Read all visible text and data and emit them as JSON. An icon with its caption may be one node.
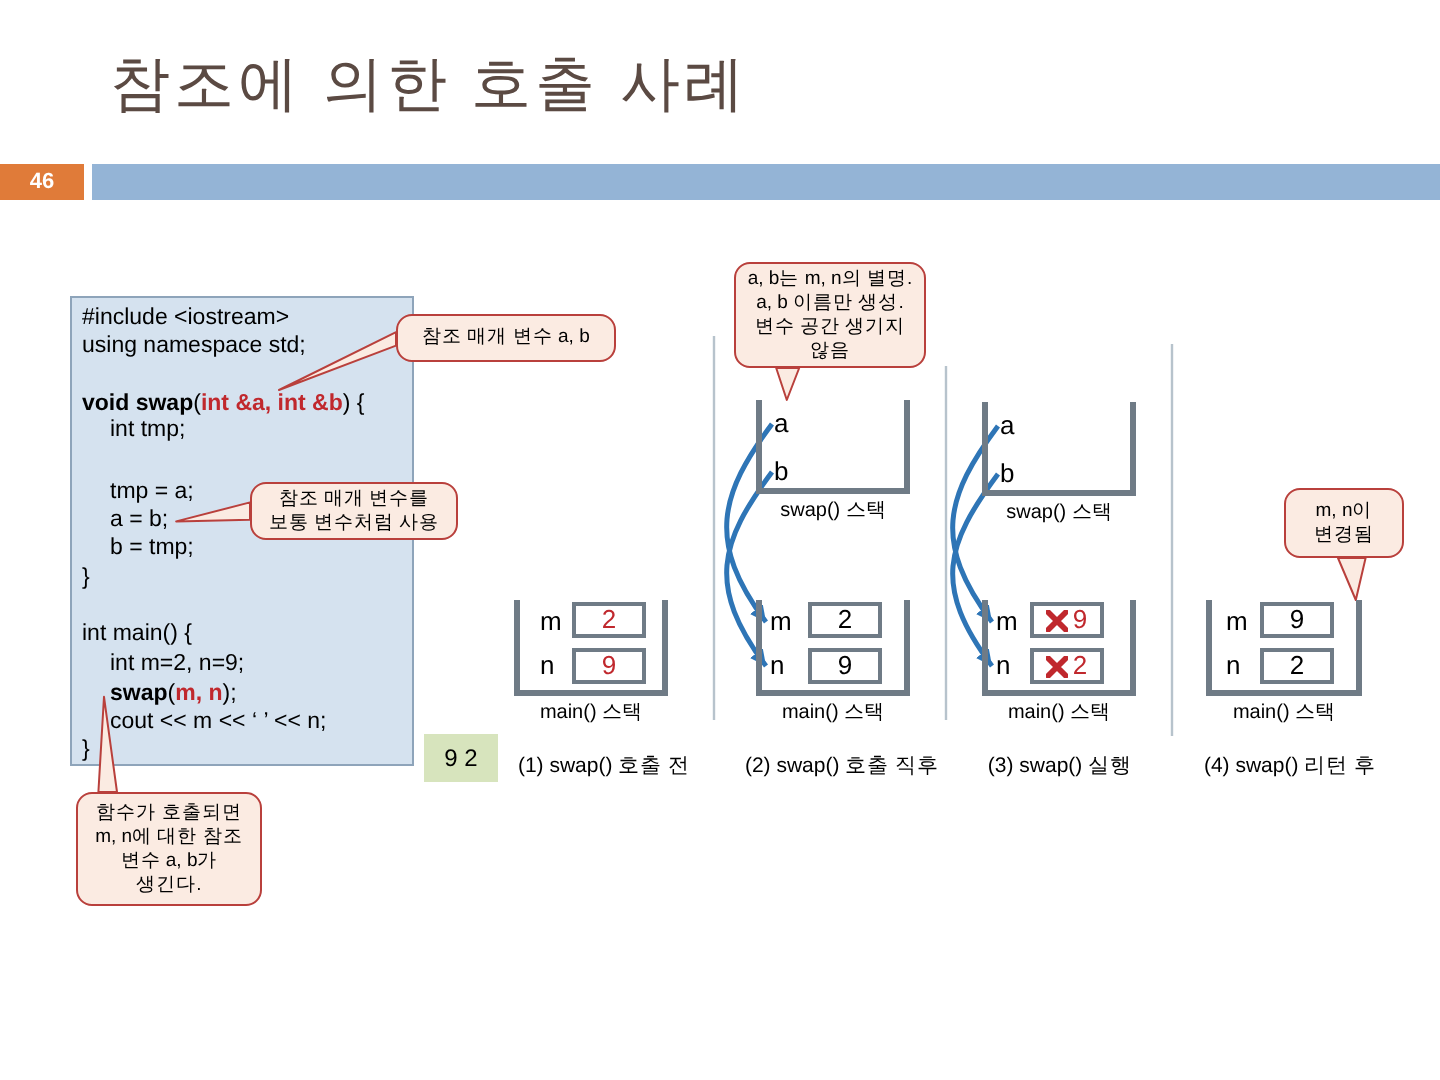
{
  "diagram": {
    "title": "참조에 의한 호출 사례",
    "nodes": [
      {
        "text": [
          "#include <iostream>",
          "using namespace std;",
          "**void swap**(**int &a, int &b**) {",
          "int tmp;",
          "tmp = a;",
          "a = b;",
          "b = tmp;",
          "}",
          "int main() {",
          "int m=2, n=9;",
          "**swap**(**m, n**);",
          "cout << m << ‘ ’ << n;",
          "}"
        ]
      },
      {
        "text": [
          "참조 매개 변수 a, b"
        ]
      },
      {
        "text": [
          "참조 매개 변수를 보통 변수처럼 사용"
        ]
      },
      {
        "text": [
          "함수가 호출되면 m, n에 대한 참조 변수 a, b가 생긴다."
        ]
      },
      {
        "text": [
          "9 2"
        ]
      },
      {
        "text": [
          "a, b는 m, n의 별명. a, b 이름만 생성. 변수 공간 생기지 않음"
        ]
      },
      {
        "text": [
          "main() 스택"
        ]
      },
      {
        "text": [
          "m"
        ],
        "in": 6
      },
      {
        "text": [
          "2"
        ],
        "in": 6
      },
      {
        "text": [
          "n"
        ],
        "in": 6
      },
      {
        "text": [
          "9"
        ],
        "in": 6
      },
      {
        "text": [
          "swap() 스택"
        ]
      },
      {
        "text": [
          "a"
        ],
        "in": 11
      },
      {
        "text": [
          "b"
        ],
        "in": 11
      },
      {
        "text": [
          "main() 스택"
        ]
      },
      {
        "text": [
          "m"
        ],
        "in": 14
      },
      {
        "text": [
          "2"
        ],
        "in": 14
      },
      {
        "text": [
          "n"
        ],
        "in": 14
      },
      {
        "text": [
          "9"
        ],
        "in": 14
      },
      {
        "text": [
          "swap() 스택"
        ]
      },
      {
        "text": [
          "a"
        ],
        "in": 19
      },
      {
        "text": [
          "b"
        ],
        "in": 19
      },
      {
        "text": [
          "main() 스택"
        ]
      },
      {
        "text": [
          "m"
        ],
        "in": 22
      },
      {
        "text": [
          "9"
        ],
        "in": 22
      },
      {
        "text": [
          "n"
        ],
        "in": 22
      },
      {
        "text": [
          "2"
        ],
        "in": 22
      },
      {
        "text": [
          "m, n이 변경됨"
        ]
      },
      {
        "text": [
          "main() 스택"
        ]
      },
      {
        "text": [
          "m"
        ],
        "in": 28
      },
      {
        "text": [
          "9"
        ],
        "in": 28
      },
      {
        "text": [
          "n"
        ],
        "in": 28
      },
      {
        "text": [
          "2"
        ],
        "in": 28
      }
    ],
    "edges": [
      {
        "from": 1,
        "to": null,
        "arrow": "to"
      },
      {
        "from": 2,
        "to": null,
        "arrow": "to"
      },
      {
        "from": 3,
        "to": null,
        "arrow": "to"
      },
      {
        "from": 5,
        "to": 11,
        "arrow": "to"
      },
      {
        "from": 12,
        "to": 15,
        "arrow": "to",
        "color": "#2e75b6"
      },
      {
        "from": 13,
        "to": 17,
        "arrow": "to",
        "color": "#2e75b6"
      },
      {
        "from": 20,
        "to": 23,
        "arrow": "to",
        "color": "#2e75b6"
      },
      {
        "from": 21,
        "to": 25,
        "arrow": "to",
        "color": "#2e75b6"
      },
      {
        "from": 27,
        "to": 28,
        "arrow": "to"
      }
    ],
    "labels": [
      "46",
      "(1) swap() 호출 전",
      "(2) swap() 호출 직후",
      "(3) swap() 실행",
      "(4) swap() 리턴 후"
    ]
  }
}
